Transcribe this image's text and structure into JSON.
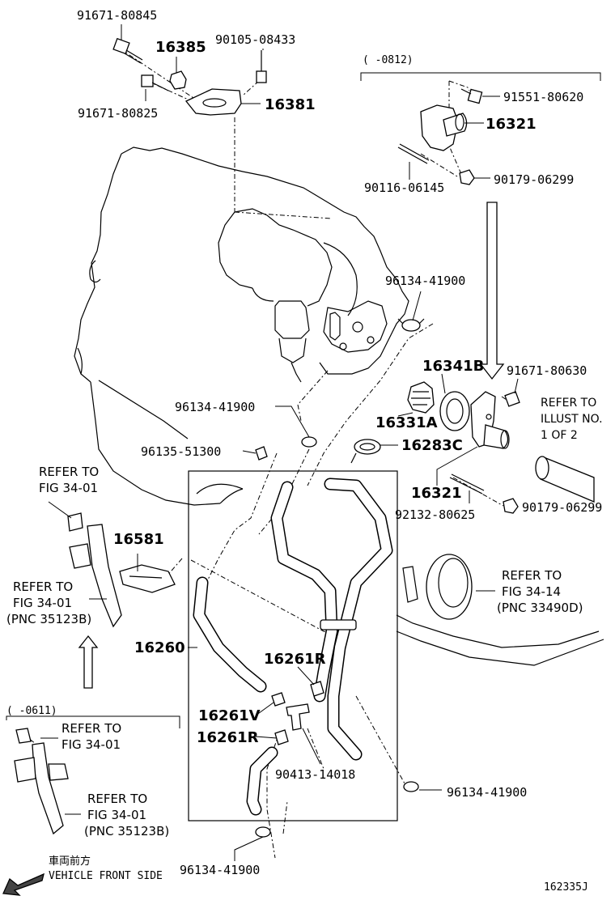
{
  "parts": {
    "p91671_80845": "91671-80845",
    "p16385": "16385",
    "p90105_08433": "90105-08433",
    "p91671_80825": "91671-80825",
    "p16381": "16381",
    "range_0812": "(   -0812)",
    "p91551_80620": "91551-80620",
    "p16321_top": "16321",
    "p90116_06145": "90116-06145",
    "p90179_06299_top": "90179-06299",
    "p96134_41900_a": "96134-41900",
    "p16341B": "16341B",
    "p91671_80630": "91671-80630",
    "p96134_41900_b": "96134-41900",
    "p16331A": "16331A",
    "p96135_51300": "96135-51300",
    "p16283C": "16283C",
    "p16321_mid": "16321",
    "p92132_80625": "92132-80625",
    "p90179_06299_mid": "90179-06299",
    "p16581": "16581",
    "p16260": "16260",
    "p16261R_a": "16261R",
    "p16261V": "16261V",
    "p16261R_b": "16261R",
    "p90413_14018": "90413-14018",
    "p96134_41900_c": "96134-41900",
    "p96134_41900_d": "96134-41900",
    "range_0611": "(   -0611)"
  },
  "refs": {
    "illust_l1": "REFER TO",
    "illust_l2": "ILLUST NO.",
    "illust_l3": "1 OF 2",
    "fig3401_a_l1": "REFER TO",
    "fig3401_a_l2": "FIG 34-01",
    "fig3401_b_l1": "REFER TO",
    "fig3401_b_l2": "FIG 34-01",
    "fig3401_b_l3": "(PNC 35123B)",
    "fig3414_l1": "REFER TO",
    "fig3414_l2": "FIG 34-14",
    "fig3414_l3": "(PNC 33490D)",
    "fig3401_c_l1": "REFER TO",
    "fig3401_c_l2": "FIG 34-01",
    "fig3401_d_l1": "REFER TO",
    "fig3401_d_l2": "FIG 34-01",
    "fig3401_d_l3": "(PNC 35123B)"
  },
  "footer": {
    "front_jp": "車両前方",
    "front_en": "VEHICLE FRONT SIDE",
    "diagram_id": "162335J"
  }
}
